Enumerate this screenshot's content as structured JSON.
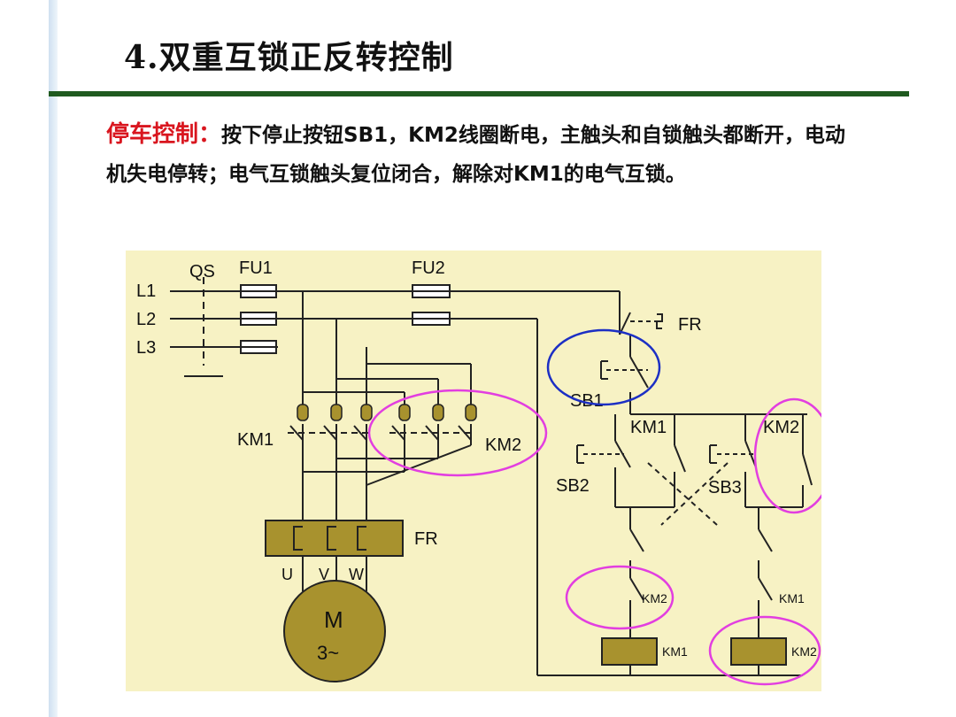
{
  "title": "4.双重互锁正反转控制",
  "paragraph": {
    "lead": "停车控制：",
    "text": "按下停止按钮SB1，KM2线圈断电，主触头和自锁触头都断开，电动机失电停转；电气互锁触头复位闭合，解除对KM1的电气互锁。"
  },
  "diagram": {
    "lines": [
      "L1",
      "L2",
      "L3"
    ],
    "qs": "QS",
    "fu1": "FU1",
    "fu2": "FU2",
    "fr_ctrl": "FR",
    "sb1": "SB1",
    "km1_main": "KM1",
    "km2_main": "KM2",
    "km1_aux": "KM1",
    "km2_aux": "KM2",
    "sb2": "SB2",
    "sb3": "SB3",
    "fr_main": "FR",
    "u": "U",
    "v": "V",
    "w": "W",
    "motor_m": "M",
    "motor_phase": "3~",
    "km2_interlock": "KM2",
    "km1_interlock": "KM1",
    "km1_coil": "KM1",
    "km2_coil": "KM2"
  },
  "colors": {
    "title_rule": "#1f5a1f",
    "lead_text": "#d9161f",
    "diagram_bg": "#f7f2c4",
    "component_fill": "#a8922e",
    "highlight_blue": "#1c2fc4",
    "highlight_magenta": "#e23ee0"
  }
}
